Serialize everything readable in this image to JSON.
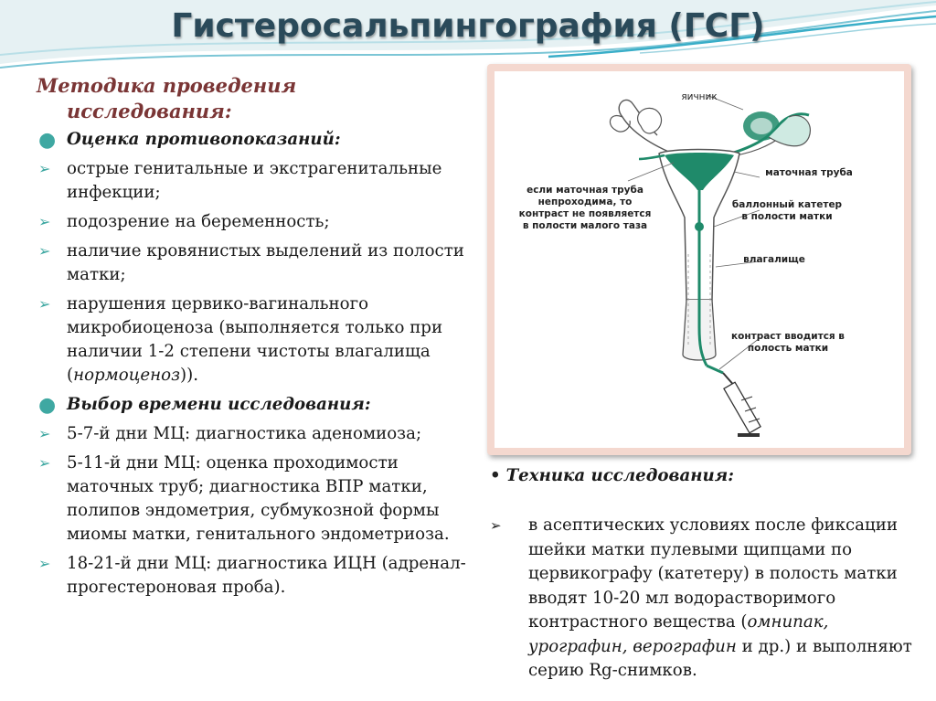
{
  "header": {
    "title": "Гистеросальпингография (ГСГ)"
  },
  "left": {
    "heading_line1": "Методика проведения",
    "heading_line2": "исследования:",
    "section1": "Оценка противопоказаний:",
    "section1_items": [
      "острые генитальные и экстрагенитальные инфекции;",
      "подозрение на беременность;",
      "наличие кровянистых выделений из полости матки;"
    ],
    "item4_text": "нарушения цервико-вагинального микробиоценоза (выполняется только при наличии 1-2 степени чистоты влагалища (",
    "item4_italic": "нормоценоз",
    "item4_tail": ")).",
    "section2": "Выбор времени исследования:",
    "section2_items": [
      "5-7-й дни МЦ: диагностика аденомиоза;",
      "5-11-й дни МЦ: оценка проходимости маточных труб; диагностика ВПР матки, полипов эндометрия, субмукозной формы миомы матки, генитального эндометриоза.",
      "18-21-й дни МЦ: диагностика ИЦН (адренал-прогестероновая проба)."
    ]
  },
  "diagram": {
    "label_ovary": "яичник",
    "label_tube": "маточная труба",
    "label_blocked": "если маточная труба непроходима, то контраст не появляется в полости малого таза",
    "label_catheter": "баллонный катетер в полости матки",
    "label_vagina": "влагалище",
    "label_contrast": "контраст вводится в полость матки"
  },
  "right": {
    "heading": "Техника исследования:",
    "body_part1": "в асептических условиях после фиксации шейки матки пулевыми щипцами по цервикографу  (катетеру) в полость матки вводят 10-20 мл водорастворимого контрастного вещества (",
    "body_italic": "омнипак, урографин, верографин",
    "body_part2": " и др.) и выполняют серию Rg-снимков."
  },
  "colors": {
    "title": "#2a4a5a",
    "heading": "#7a3535",
    "bullet": "#3fa8a2",
    "contrast": "#1f8a6a",
    "frame": "#f4d8cf"
  }
}
